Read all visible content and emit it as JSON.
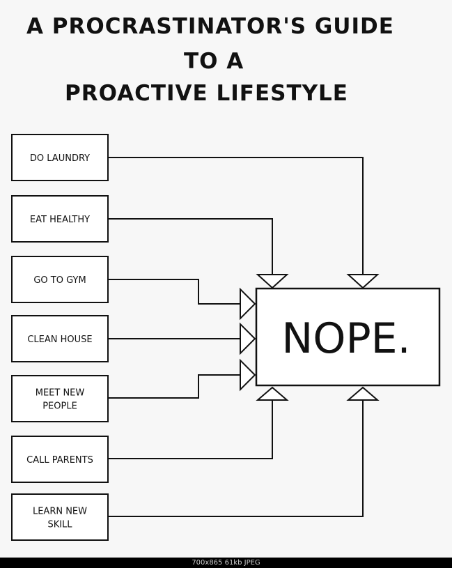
{
  "title": {
    "line1": "A PROCRASTINATOR'S GUIDE",
    "line2": "TO A",
    "line3": "PROACTIVE LIFESTYLE"
  },
  "tasks": [
    {
      "lines": [
        "DO LAUNDRY"
      ]
    },
    {
      "lines": [
        "EAT HEALTHY"
      ]
    },
    {
      "lines": [
        "GO TO GYM"
      ]
    },
    {
      "lines": [
        "CLEAN HOUSE"
      ]
    },
    {
      "lines": [
        "MEET NEW",
        "PEOPLE"
      ]
    },
    {
      "lines": [
        "CALL PARENTS"
      ]
    },
    {
      "lines": [
        "LEARN NEW",
        "SKILL"
      ]
    }
  ],
  "result": {
    "label": "NOPE."
  },
  "footer": {
    "caption": "700x865  61kb  JPEG"
  }
}
